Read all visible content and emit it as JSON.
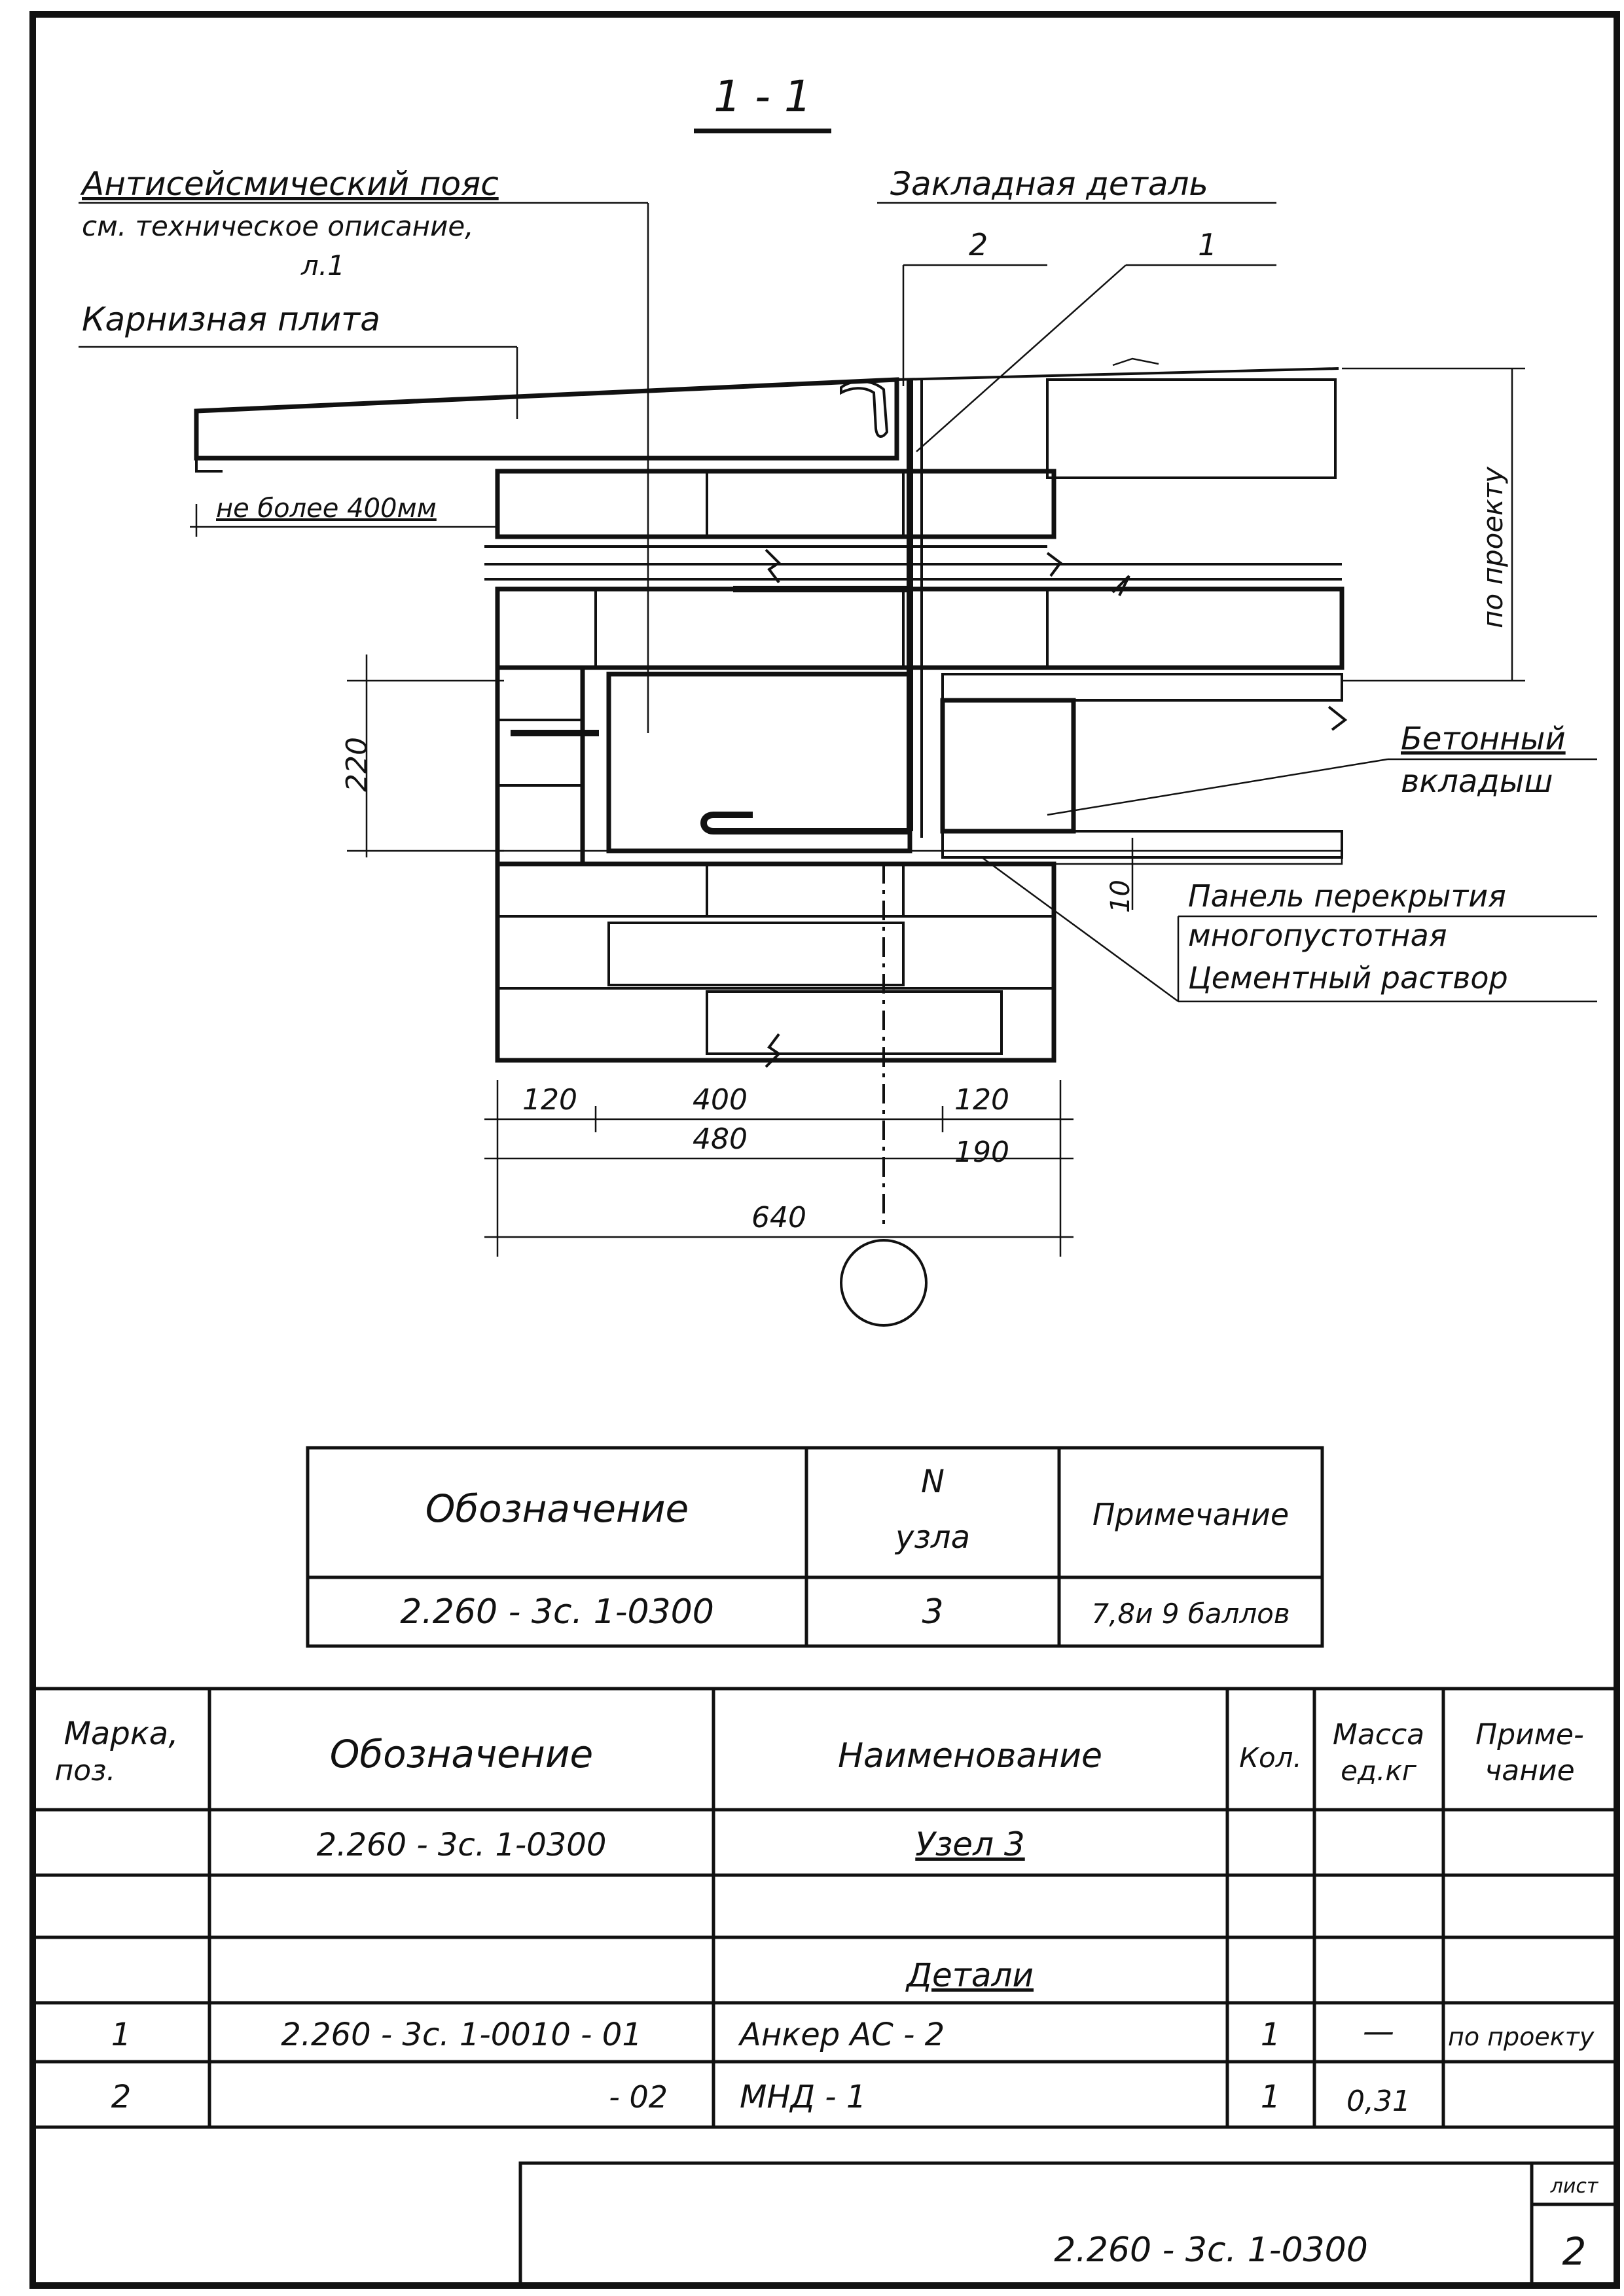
{
  "drawing": {
    "section_title": "1 - 1",
    "labels": {
      "antiseismic_belt": "Антисейсмический пояс",
      "see_description": "см. техническое описание,",
      "sheet_ref": "л.1",
      "cornice_slab": "Карнизная плита",
      "embedded_part": "Закладная деталь",
      "pos_2": "2",
      "pos_1": "1",
      "not_more": "не более 400мм",
      "by_project": "по проекту",
      "concrete_insert_1": "Бетонный",
      "concrete_insert_2": "вкладыш",
      "floor_panel_1": "Панель перекрытия",
      "floor_panel_2": "многопустотная",
      "cement_mortar": "Цементный раствор"
    },
    "dimensions": {
      "d220": "220",
      "d10": "10",
      "d120a": "120",
      "d400": "400",
      "d120b": "120",
      "d480": "480",
      "d190": "190",
      "d640": "640"
    }
  },
  "node_table": {
    "headers": {
      "designation": "Обозначение",
      "node_no_1": "N",
      "node_no_2": "узла",
      "note": "Примечание"
    },
    "row": {
      "designation": "2.260 - 3с. 1-0300",
      "node_no": "3",
      "note": "7,8и 9 баллов"
    }
  },
  "spec_table": {
    "headers": {
      "mark_1": "Марка,",
      "mark_2": "поз.",
      "designation": "Обозначение",
      "name": "Наименование",
      "qty": "Кол.",
      "mass_1": "Масса",
      "mass_2": "ед.кг",
      "note_1": "Приме-",
      "note_2": "чание"
    },
    "rows": [
      {
        "mark": "",
        "designation": "2.260 - 3с. 1-0300",
        "name": "Узел 3",
        "qty": "",
        "mass": "",
        "note": ""
      },
      {
        "mark": "",
        "designation": "",
        "name": "",
        "qty": "",
        "mass": "",
        "note": ""
      },
      {
        "mark": "",
        "designation": "",
        "name": "Детали",
        "qty": "",
        "mass": "",
        "note": ""
      },
      {
        "mark": "1",
        "designation": "2.260 - 3с. 1-0010 - 01",
        "name": "Анкер АС - 2",
        "qty": "1",
        "mass": "—",
        "note": "по проекту"
      },
      {
        "mark": "2",
        "designation": "- 02",
        "name": "МНД - 1",
        "qty": "1",
        "mass": "0,31",
        "note": ""
      }
    ]
  },
  "title_block": {
    "code": "2.260 - 3с. 1-0300",
    "sheet_label": "лист",
    "sheet_no": "2"
  }
}
